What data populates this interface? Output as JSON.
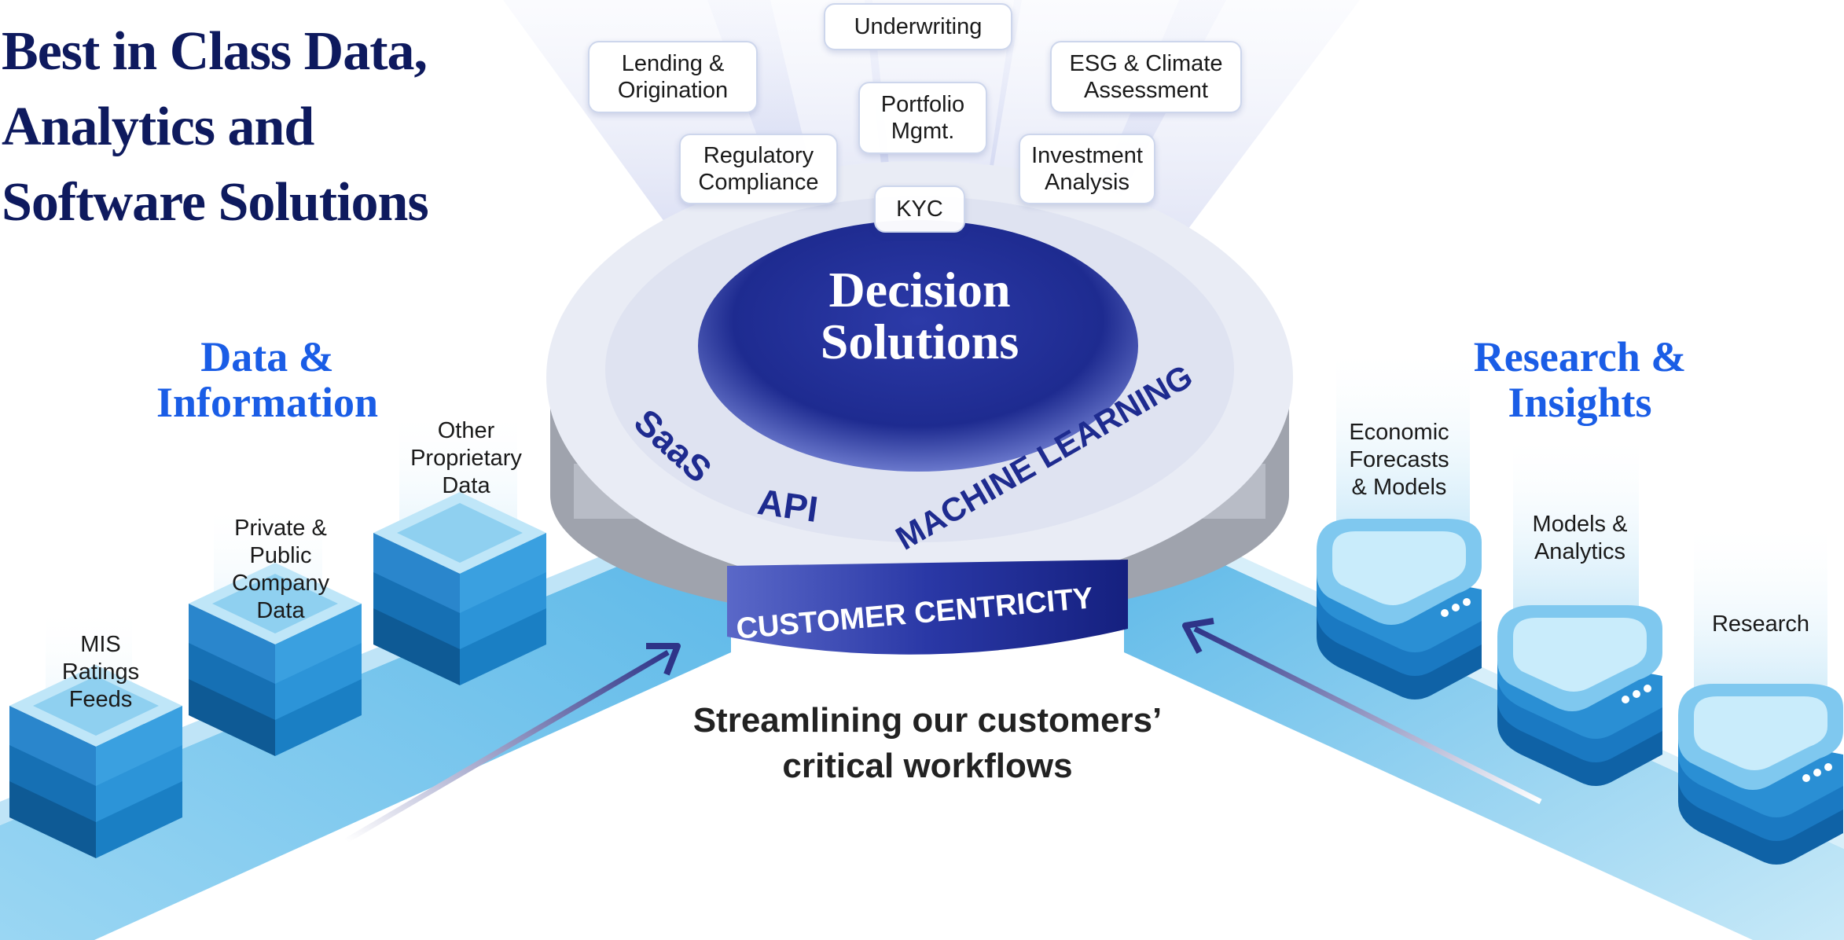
{
  "title": "Best in Class Data,\nAnalytics and\nSoftware Solutions",
  "colors": {
    "navy": "#0e1a5e",
    "section_blue": "#1a5de6",
    "disc_blue": "#1e2b8f",
    "stack_blue": "#2a8fd4",
    "path_light": "#d6eefa"
  },
  "left_section": {
    "heading": "Data &\nInformation",
    "items": [
      {
        "label": "MIS\nRatings\nFeeds",
        "icon": "database-stack-icon"
      },
      {
        "label": "Private &\nPublic\nCompany\nData",
        "icon": "database-stack-icon"
      },
      {
        "label": "Other\nProprietary\nData",
        "icon": "database-stack-icon"
      }
    ]
  },
  "right_section": {
    "heading": "Research &\nInsights",
    "items": [
      {
        "label": "Economic\nForecasts\n& Models",
        "icon": "server-stack-icon"
      },
      {
        "label": "Models &\nAnalytics",
        "icon": "server-stack-icon"
      },
      {
        "label": "Research",
        "icon": "server-stack-icon"
      }
    ]
  },
  "center": {
    "core_label": "Decision\nSolutions",
    "ring_labels": [
      "SaaS",
      "API",
      "MACHINE LEARNING"
    ],
    "band_label": "CUSTOMER CENTRICITY",
    "tagline": "Streamlining our customers’\ncritical workflows"
  },
  "use_cases": [
    "Underwriting",
    "Lending &\nOrigination",
    "ESG & Climate\nAssessment",
    "Portfolio\nMgmt.",
    "Regulatory\nCompliance",
    "Investment\nAnalysis",
    "KYC"
  ]
}
